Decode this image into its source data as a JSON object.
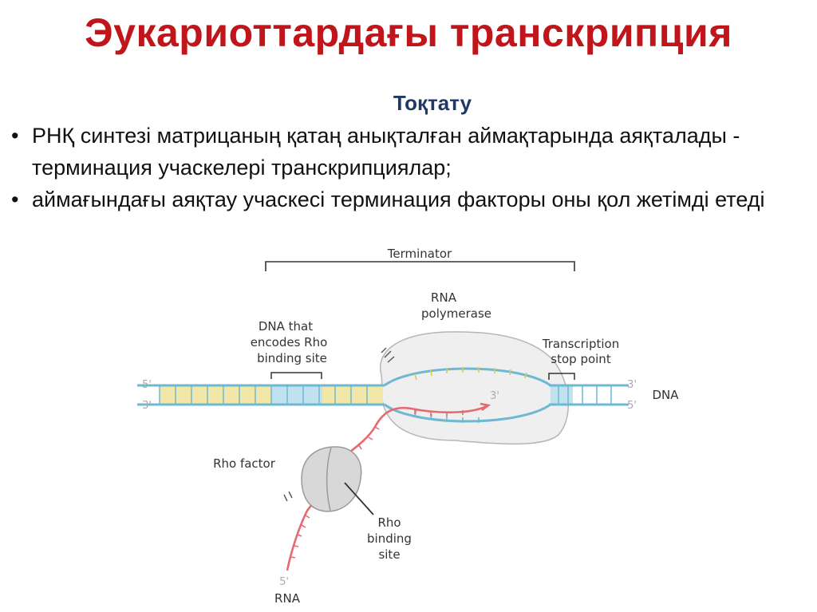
{
  "slide": {
    "title": "Эукариоттардағы транскрипция",
    "subtitle": "Тоқтату",
    "bullets": [
      "РНҚ синтезі матрицаның қатаң анықталған аймақтарында аяқталады - терминация учаскелері транскрипциялар;",
      "аймағындағы аяқтау учаскесі терминация факторы оны қол жетімді етеді"
    ],
    "bullet_symbol": "•"
  },
  "diagram": {
    "labels": {
      "terminator": "Terminator",
      "rna_polymerase_1": "RNA",
      "rna_polymerase_2": "polymerase",
      "dna_rho_1": "DNA that",
      "dna_rho_2": "encodes Rho",
      "dna_rho_3": "binding site",
      "stop_1": "Transcription",
      "stop_2": "stop point",
      "dna": "DNA",
      "rho_factor": "Rho factor",
      "rho_site_1": "Rho",
      "rho_site_2": "binding",
      "rho_site_3": "site",
      "rna": "RNA",
      "five_prime_top": "5'",
      "three_prime_bottom": "3'",
      "three_prime_right_top": "3'",
      "five_prime_right_bottom": "5'",
      "three_prime_inner": "3'",
      "five_prime_rna": "5'"
    },
    "colors": {
      "strand_blue": "#6fb8d4",
      "base_yellow": "#f3e7a8",
      "rho_site_blue": "#bfe2ee",
      "rna_red": "#e46a70",
      "polymerase_fill": "#efefef",
      "rho_fill": "#d8d8d8",
      "title_red": "#c0151b",
      "subtitle_navy": "#1f3864"
    }
  }
}
